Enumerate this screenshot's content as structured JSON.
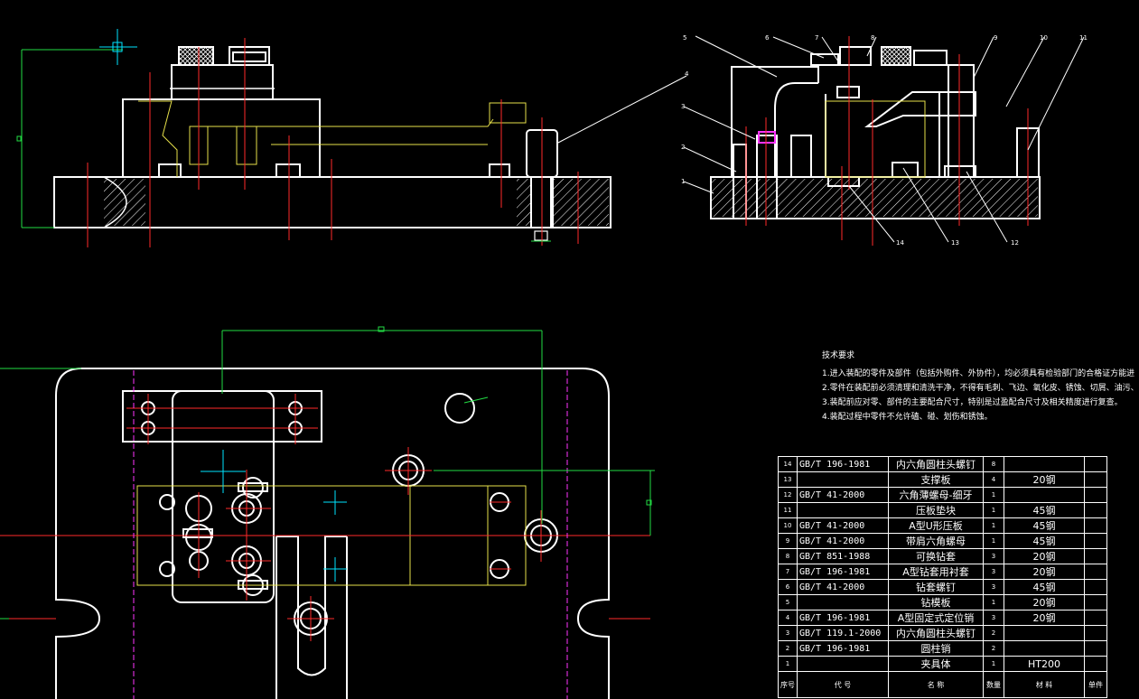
{
  "drawing": {
    "callouts": [
      "1",
      "2",
      "3",
      "4",
      "5",
      "6",
      "7",
      "8",
      "9",
      "10",
      "11",
      "12",
      "13",
      "14"
    ],
    "colors": {
      "outline": "#ffffff",
      "centerline": "#ff2a2a",
      "dimension": "#22dd44",
      "hidden": "#e6e04a",
      "cyan": "#00e5ff",
      "magenta": "#ff33ff"
    }
  },
  "tech_requirements": {
    "title": "技术要求",
    "items": [
      "1.进入装配的零件及部件（包括外购件、外协件），均必须具有检验部门的合格证方能进",
      "2.零件在装配前必须清理和清洗干净，不得有毛刺、飞边、氧化皮、锈蚀、切屑、油污、",
      "3.装配前应对零、部件的主要配合尺寸，特别是过盈配合尺寸及相关精度进行复查。",
      "4.装配过程中零件不允许磕、碰、划伤和锈蚀。"
    ]
  },
  "bom": {
    "rows": [
      {
        "no": "14",
        "code": "GB/T 196-1981",
        "name": "内六角圆柱头螺钉",
        "qty": "8",
        "material": ""
      },
      {
        "no": "13",
        "code": "",
        "name": "支撑板",
        "qty": "4",
        "material": "20钢"
      },
      {
        "no": "12",
        "code": "GB/T 41-2000",
        "name": "六角薄螺母-细牙",
        "qty": "1",
        "material": ""
      },
      {
        "no": "11",
        "code": "",
        "name": "压板垫块",
        "qty": "1",
        "material": "45钢"
      },
      {
        "no": "10",
        "code": "GB/T 41-2000",
        "name": "A型U形压板",
        "qty": "1",
        "material": "45钢"
      },
      {
        "no": "9",
        "code": "GB/T 41-2000",
        "name": "带肩六角螺母",
        "qty": "1",
        "material": "45钢"
      },
      {
        "no": "8",
        "code": "GB/T 851-1988",
        "name": "可换钻套",
        "qty": "3",
        "material": "20钢"
      },
      {
        "no": "7",
        "code": "GB/T 196-1981",
        "name": "A型钻套用衬套",
        "qty": "3",
        "material": "20钢"
      },
      {
        "no": "6",
        "code": "GB/T 41-2000",
        "name": "钻套螺钉",
        "qty": "3",
        "material": "45钢"
      },
      {
        "no": "5",
        "code": "",
        "name": "钻模板",
        "qty": "1",
        "material": "20钢"
      },
      {
        "no": "4",
        "code": "GB/T 196-1981",
        "name": "A型固定式定位销",
        "qty": "3",
        "material": "20钢"
      },
      {
        "no": "3",
        "code": "GB/T 119.1-2000",
        "name": "内六角圆柱头螺钉",
        "qty": "2",
        "material": ""
      },
      {
        "no": "2",
        "code": "GB/T 196-1981",
        "name": "圆柱销",
        "qty": "2",
        "material": ""
      },
      {
        "no": "1",
        "code": "",
        "name": "夹具体",
        "qty": "1",
        "material": "HT200"
      }
    ],
    "header": {
      "no": "序号",
      "code": "代 号",
      "name": "名 称",
      "qty": "数量",
      "material": "材 料",
      "note": "单件"
    }
  }
}
